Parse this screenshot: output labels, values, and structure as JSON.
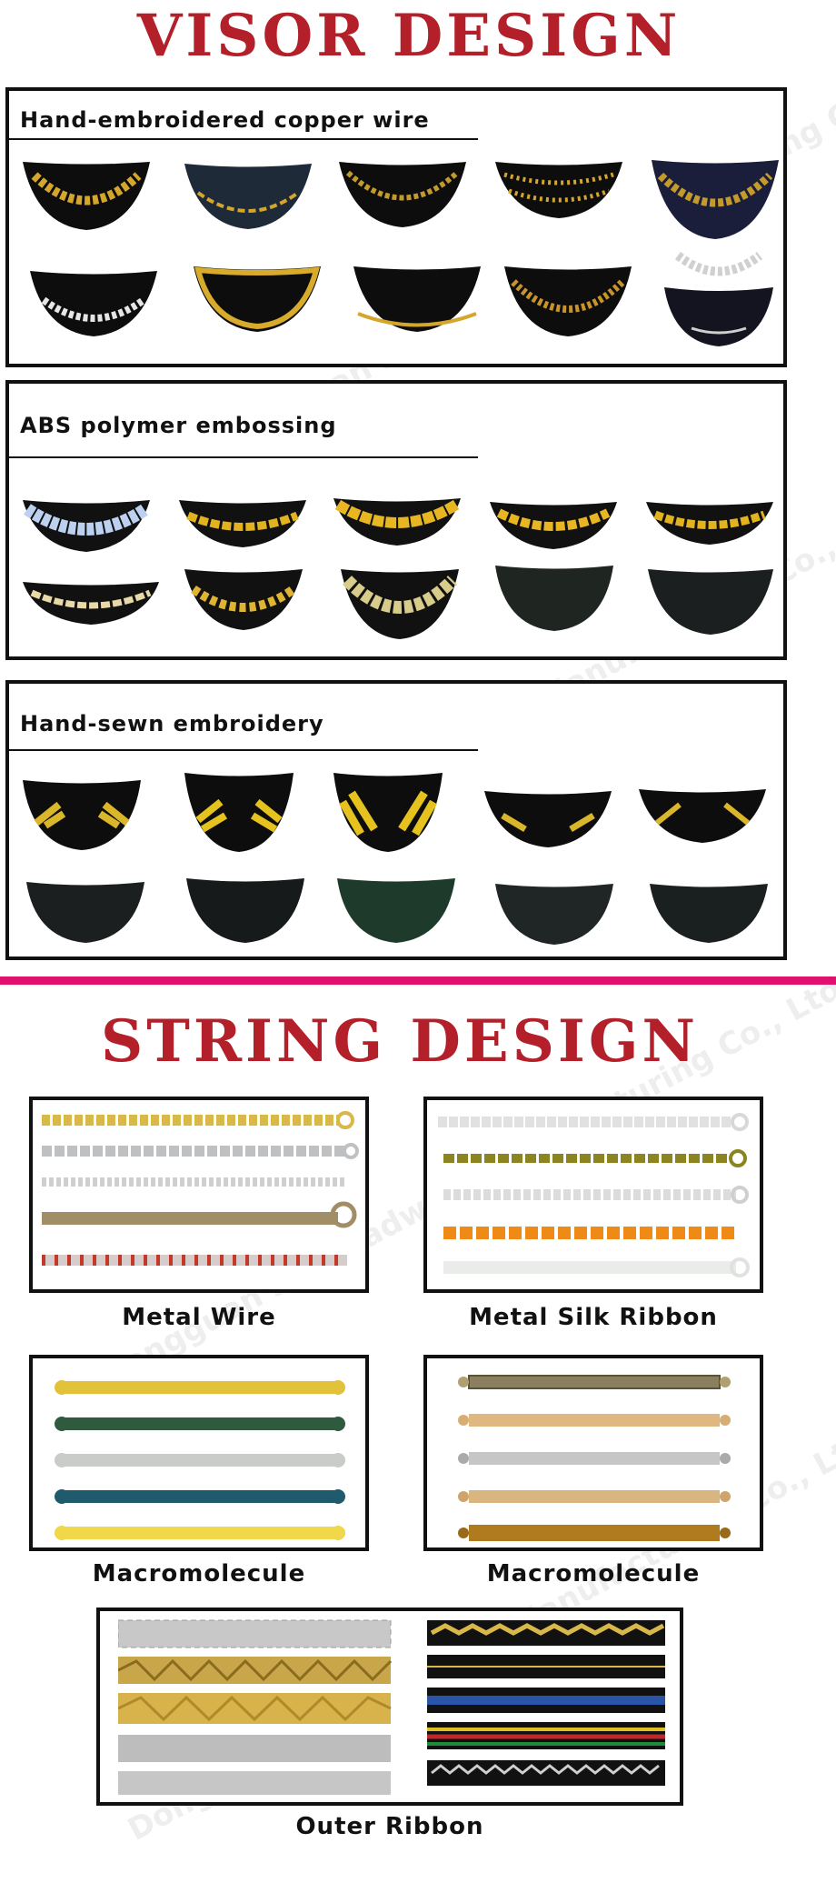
{
  "visor_heading": "VISOR DESIGN",
  "string_heading": "STRING DESIGN",
  "visor_sections": [
    {
      "title": "Hand-embroidered copper wire"
    },
    {
      "title": "ABS polymer embossing"
    },
    {
      "title": "Hand-sewn embroidery"
    }
  ],
  "string_captions": {
    "metal_wire": "Metal Wire",
    "metal_silk_ribbon": "Metal Silk Ribbon",
    "macromolecule_left": "Macromolecule",
    "macromolecule_right": "Macromolecule",
    "outer_ribbon": "Outer Ribbon"
  },
  "watermark_text": "Dongguan 3H Headwear Manufacturing Co., Ltd",
  "colors": {
    "heading_red": "#b3202a",
    "divider_pink": "#e0116e",
    "gold": "#d4a72c",
    "silver": "#c8c8c8",
    "black": "#111111"
  }
}
